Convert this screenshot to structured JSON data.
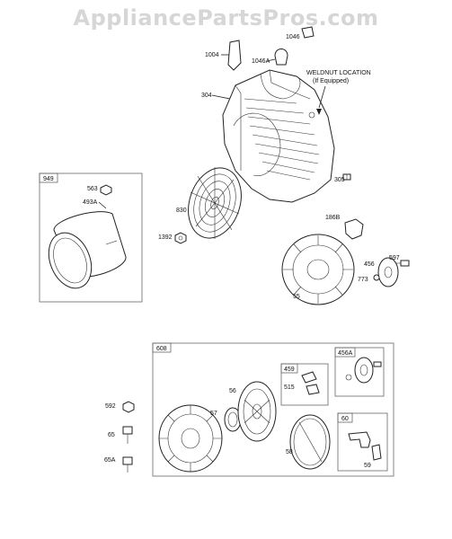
{
  "watermark": "AppliancePartsPros.com",
  "weldnut_note": {
    "line1": "WELDNUT LOCATION",
    "line2": "(If Equipped)"
  },
  "groups": {
    "g949": "949",
    "g608": "608",
    "g459": "459",
    "g456A": "456A",
    "g60": "60"
  },
  "labels": {
    "p1046": "1046",
    "p1004": "1004",
    "p1046A": "1046A",
    "p304": "304",
    "p305": "305",
    "p563": "563",
    "p493A": "493A",
    "p830": "830",
    "p1392": "1392",
    "p186B": "186B",
    "p597": "597",
    "p456": "456",
    "p773": "773",
    "p55": "55",
    "p515": "515",
    "p56": "56",
    "p57": "57",
    "p592": "592",
    "p65": "65",
    "p65A": "65A",
    "p58": "58",
    "p59": "59"
  }
}
